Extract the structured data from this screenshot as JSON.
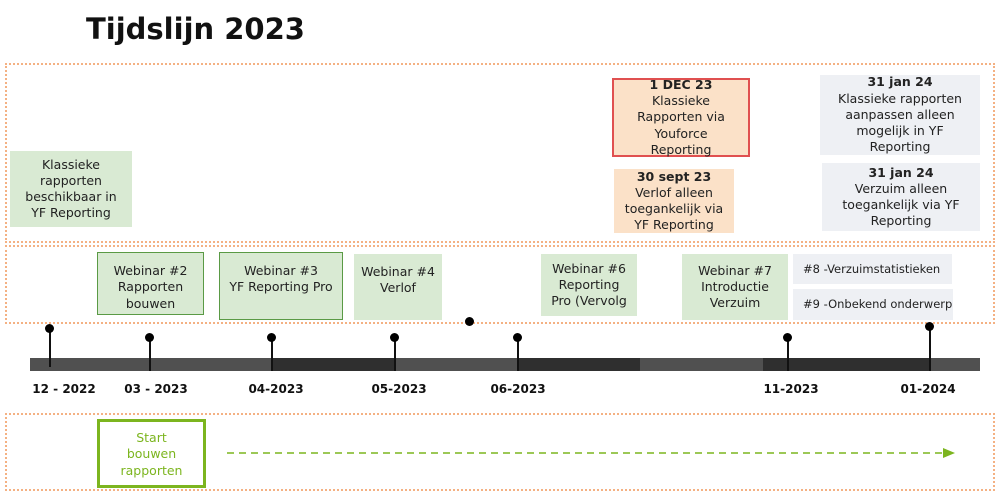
{
  "title": "Tijdslijn 2023",
  "milestones": [
    {
      "date": "",
      "text": "Klassieke rapporten beschikbaar in YF Reporting"
    },
    {
      "date": "1 DEC 23",
      "text": "Klassieke Rapporten via Youforce Reporting"
    },
    {
      "date": "30 sept 23",
      "text": "Verlof alleen toegankelijk via YF Reporting"
    },
    {
      "date": "31 jan 24",
      "text": "Klassieke rapporten aanpassen alleen mogelijk in YF Reporting"
    },
    {
      "date": "31 jan 24",
      "text": "Verzuim alleen toegankelijk via YF Reporting"
    }
  ],
  "webinars": [
    {
      "l1": "Webinar #2",
      "l2": "Rapporten",
      "l3": "bouwen"
    },
    {
      "l1": "Webinar #3",
      "l2": "YF Reporting Pro",
      "l3": ""
    },
    {
      "l1": "Webinar #4",
      "l2": "Verlof",
      "l3": ""
    },
    {
      "l1": "Webinar #6",
      "l2": "Reporting",
      "l3": "Pro (Vervolg"
    },
    {
      "l1": "Webinar #7",
      "l2": "Introductie",
      "l3": "Verzuim"
    }
  ],
  "upcoming": [
    "#8 -Verzuimstatistieken",
    "#9 -Onbekend onderwerp"
  ],
  "axis_labels": [
    "12 - 2022",
    "03 - 2023",
    "04-2023",
    "05-2023",
    "06-2023",
    "11-2023",
    "01-2024"
  ],
  "build": {
    "label": "Start bouwen rapporten"
  }
}
